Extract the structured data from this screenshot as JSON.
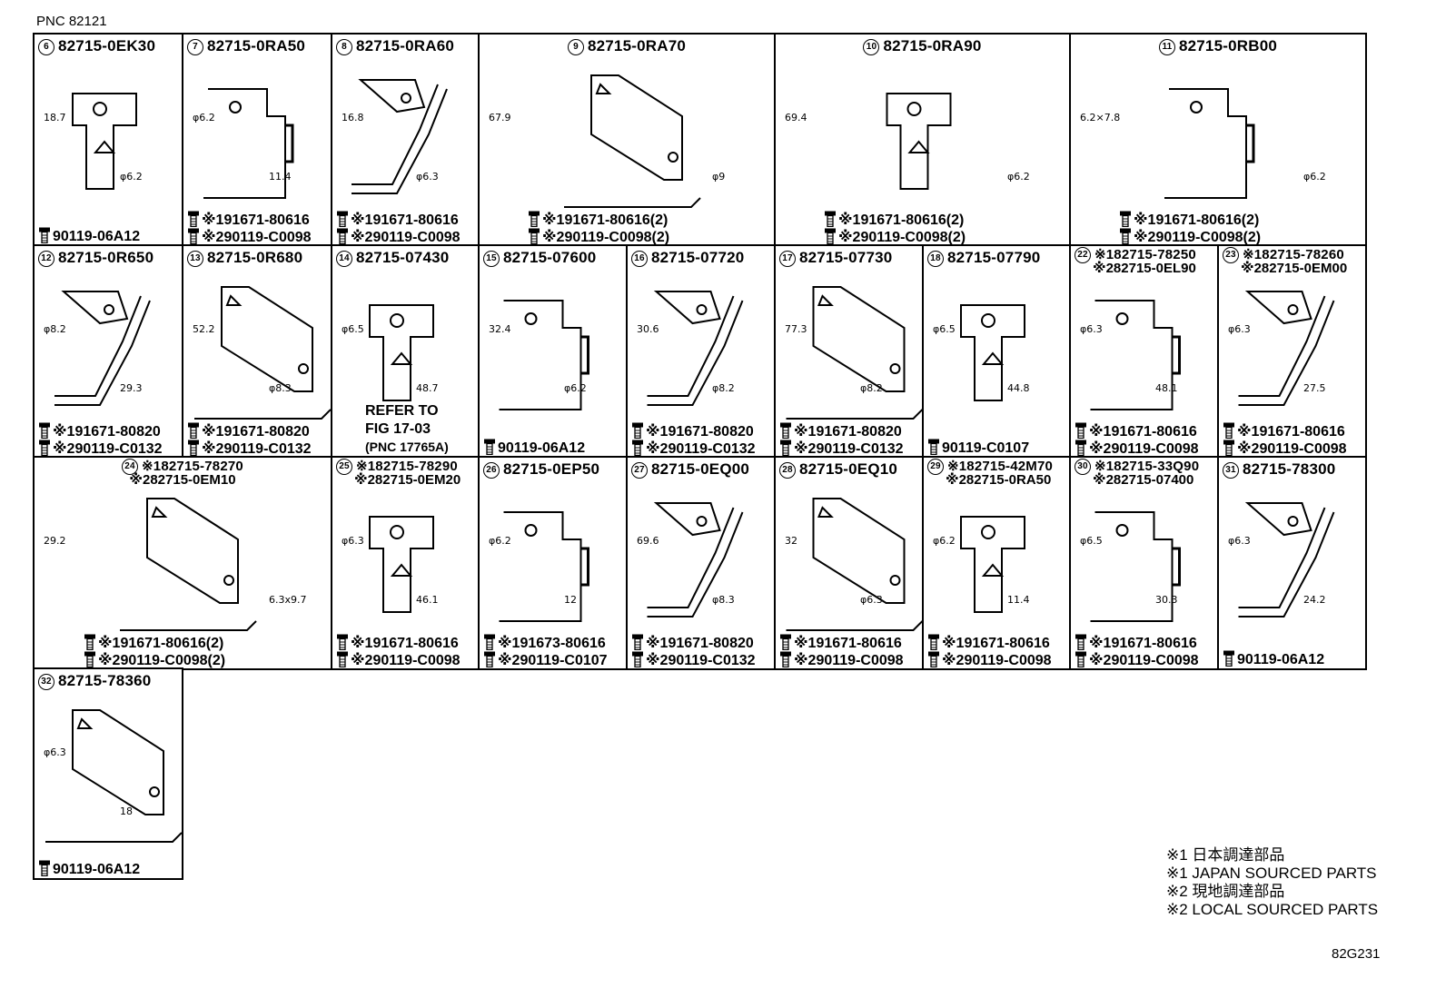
{
  "pnc": "PNC 82121",
  "figure_id": "82G231",
  "legend": [
    "※1 日本調達部品",
    "※1 JAPAN SOURCED PARTS",
    "※2 現地調達部品",
    "※2 LOCAL SOURCED PARTS"
  ],
  "cells": [
    {
      "num": "6",
      "part": "82715-0EK30",
      "parts": [
        "90119-06A12"
      ],
      "dims": [
        "18.7",
        "φ6.2"
      ]
    },
    {
      "num": "7",
      "part": "82715-0RA50",
      "parts": [
        "※191671-80616",
        "※290119-C0098"
      ],
      "dims": [
        "φ6.2",
        "11.4"
      ]
    },
    {
      "num": "8",
      "part": "82715-0RA60",
      "parts": [
        "※191671-80616",
        "※290119-C0098"
      ],
      "dims": [
        "16.8",
        "φ6.3"
      ]
    },
    {
      "num": "9",
      "part": "82715-0RA70",
      "parts": [
        "※191671-80616(2)",
        "※290119-C0098(2)"
      ],
      "dims": [
        "67.9",
        "φ9"
      ]
    },
    {
      "num": "10",
      "part": "82715-0RA90",
      "parts": [
        "※191671-80616(2)",
        "※290119-C0098(2)"
      ],
      "dims": [
        "69.4",
        "φ6.2"
      ]
    },
    {
      "num": "11",
      "part": "82715-0RB00",
      "parts": [
        "※191671-80616(2)",
        "※290119-C0098(2)"
      ],
      "dims": [
        "6.2×7.8",
        "φ6.2"
      ]
    },
    {
      "num": "12",
      "part": "82715-0R650",
      "parts": [
        "※191671-80820",
        "※290119-C0132"
      ],
      "dims": [
        "φ8.2",
        "29.3"
      ]
    },
    {
      "num": "13",
      "part": "82715-0R680",
      "parts": [
        "※191671-80820",
        "※290119-C0132"
      ],
      "dims": [
        "52.2",
        "φ8.3"
      ]
    },
    {
      "num": "14",
      "part": "82715-07430",
      "parts": [],
      "refer": [
        "REFER TO",
        "FIG 17-03",
        "(PNC 17765A)"
      ],
      "dims": [
        "φ6.5",
        "48.7"
      ]
    },
    {
      "num": "15",
      "part": "82715-07600",
      "parts": [
        "90119-06A12"
      ],
      "dims": [
        "32.4",
        "φ6.2"
      ]
    },
    {
      "num": "16",
      "part": "82715-07720",
      "parts": [
        "※191671-80820",
        "※290119-C0132"
      ],
      "dims": [
        "30.6",
        "φ8.2"
      ]
    },
    {
      "num": "17",
      "part": "82715-07730",
      "parts": [
        "※191671-80820",
        "※290119-C0132"
      ],
      "dims": [
        "77.3",
        "φ8.2"
      ]
    },
    {
      "num": "18",
      "part": "82715-07790",
      "parts": [
        "90119-C0107"
      ],
      "dims": [
        "φ6.5",
        "44.8"
      ]
    },
    {
      "num": "22",
      "part": "※182715-78250",
      "part2": "※282715-0EL90",
      "parts": [
        "※191671-80616",
        "※290119-C0098"
      ],
      "dims": [
        "φ6.3",
        "48.1"
      ]
    },
    {
      "num": "23",
      "part": "※182715-78260",
      "part2": "※282715-0EM00",
      "parts": [
        "※191671-80616",
        "※290119-C0098"
      ],
      "dims": [
        "φ6.3",
        "27.5"
      ]
    },
    {
      "num": "24",
      "part": "※182715-78270",
      "part2": "※282715-0EM10",
      "parts": [
        "※191671-80616(2)",
        "※290119-C0098(2)"
      ],
      "dims": [
        "29.2",
        "6.3x9.7"
      ]
    },
    {
      "num": "25",
      "part": "※182715-78290",
      "part2": "※282715-0EM20",
      "parts": [
        "※191671-80616",
        "※290119-C0098"
      ],
      "dims": [
        "φ6.3",
        "46.1"
      ]
    },
    {
      "num": "26",
      "part": "82715-0EP50",
      "parts": [
        "※191673-80616",
        "※290119-C0107"
      ],
      "dims": [
        "φ6.2",
        "12"
      ]
    },
    {
      "num": "27",
      "part": "82715-0EQ00",
      "parts": [
        "※191671-80820",
        "※290119-C0132"
      ],
      "dims": [
        "69.6",
        "φ8.3"
      ]
    },
    {
      "num": "28",
      "part": "82715-0EQ10",
      "parts": [
        "※191671-80616",
        "※290119-C0098"
      ],
      "dims": [
        "32",
        "φ6.3"
      ]
    },
    {
      "num": "29",
      "part": "※182715-42M70",
      "part2": "※282715-0RA50",
      "parts": [
        "※191671-80616",
        "※290119-C0098"
      ],
      "dims": [
        "φ6.2",
        "11.4"
      ]
    },
    {
      "num": "30",
      "part": "※182715-33Q90",
      "part2": "※282715-07400",
      "parts": [
        "※191671-80616",
        "※290119-C0098"
      ],
      "dims": [
        "φ6.5",
        "30.3"
      ]
    },
    {
      "num": "31",
      "part": "82715-78300",
      "parts": [
        "90119-06A12"
      ],
      "dims": [
        "φ6.3",
        "24.2"
      ]
    },
    {
      "num": "32",
      "part": "82715-78360",
      "parts": [
        "90119-06A12"
      ],
      "dims": [
        "φ6.3",
        "18"
      ]
    }
  ]
}
